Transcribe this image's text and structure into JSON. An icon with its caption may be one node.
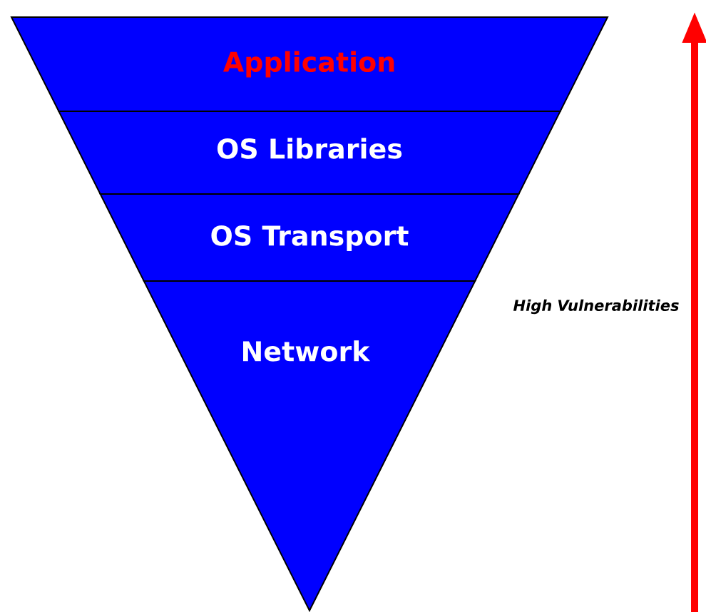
{
  "diagram": {
    "nodes": [
      {
        "text": [
          "Application"
        ]
      },
      {
        "text": [
          "OS Libraries"
        ]
      },
      {
        "text": [
          "OS Transport"
        ]
      },
      {
        "text": [
          "Network"
        ]
      }
    ],
    "labels": [
      "High Vulnerabilities"
    ]
  }
}
